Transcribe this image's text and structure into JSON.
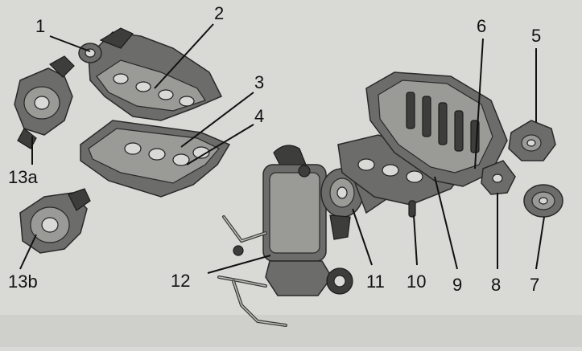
{
  "colors": {
    "paper": "#d9d9d6",
    "ink": "#111111",
    "metal": "#6c6c6a"
  },
  "callouts": {
    "c1": "1",
    "c2": "2",
    "c3": "3",
    "c4": "4",
    "c5": "5",
    "c6": "6",
    "c7": "7",
    "c8": "8",
    "c9": "9",
    "c10": "10",
    "c11": "11",
    "c12": "12",
    "c13a": "13a",
    "c13b": "13b"
  }
}
